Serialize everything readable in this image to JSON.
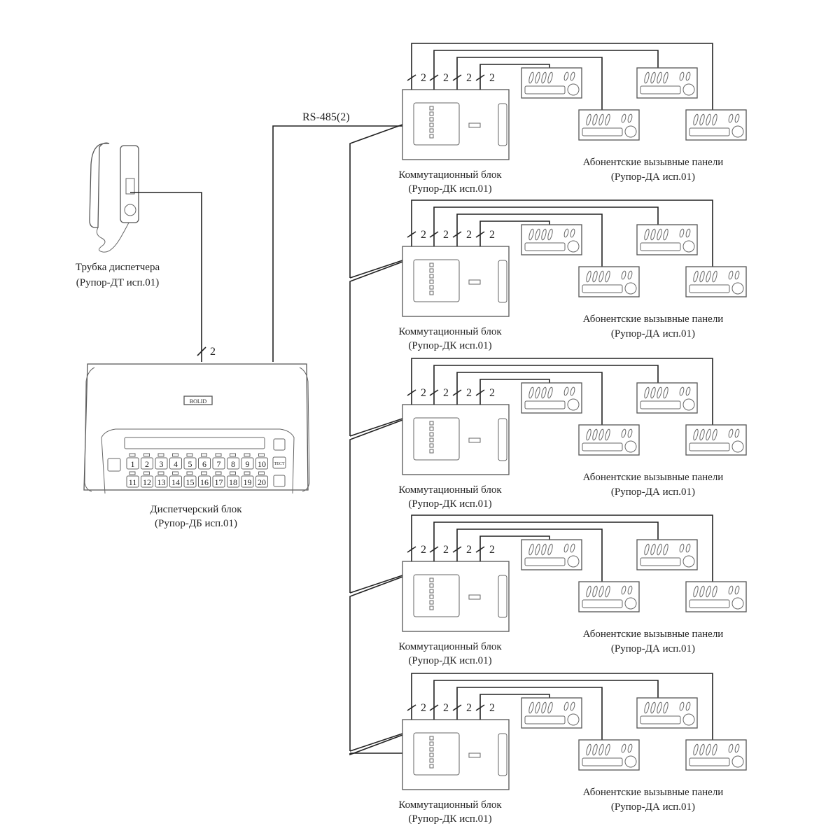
{
  "colors": {
    "wire": "#222222",
    "device_outline": "#555555",
    "background": "#ffffff"
  },
  "bus_label": "RS-485(2)",
  "wire_count_label": "2",
  "handset": {
    "label_line1": "Трубка диспетчера",
    "label_line2": "(Рупор-ДТ исп.01)"
  },
  "dispatcher": {
    "label_line1": "Диспетчерский блок",
    "label_line2": "(Рупор-ДБ исп.01)",
    "logo": "BOLID",
    "keys": [
      "1",
      "2",
      "3",
      "4",
      "5",
      "6",
      "7",
      "8",
      "9",
      "10",
      "11",
      "12",
      "13",
      "14",
      "15",
      "16",
      "17",
      "18",
      "19",
      "20"
    ],
    "test_button": "ТЕСТ"
  },
  "groups": [
    {
      "block_line1": "Коммутационный блок",
      "block_line2": "(Рупор-ДК исп.01)",
      "panels_line1": "Абонентские вызывные панели",
      "panels_line2": "(Рупор-ДА исп.01)"
    },
    {
      "block_line1": "Коммутационный блок",
      "block_line2": "(Рупор-ДК исп.01)",
      "panels_line1": "Абонентские вызывные панели",
      "panels_line2": "(Рупор-ДА исп.01)"
    },
    {
      "block_line1": "Коммутационный блок",
      "block_line2": "(Рупор-ДК исп.01)",
      "panels_line1": "Абонентские вызывные панели",
      "panels_line2": "(Рупор-ДА исп.01)"
    },
    {
      "block_line1": "Коммутационный блок",
      "block_line2": "(Рупор-ДК исп.01)",
      "panels_line1": "Абонентские вызывные панели",
      "panels_line2": "(Рупор-ДА исп.01)"
    },
    {
      "block_line1": "Коммутационный блок",
      "block_line2": "(Рупор-ДК исп.01)",
      "panels_line1": "Абонентские вызывные панели",
      "panels_line2": "(Рупор-ДА исп.01)"
    }
  ]
}
